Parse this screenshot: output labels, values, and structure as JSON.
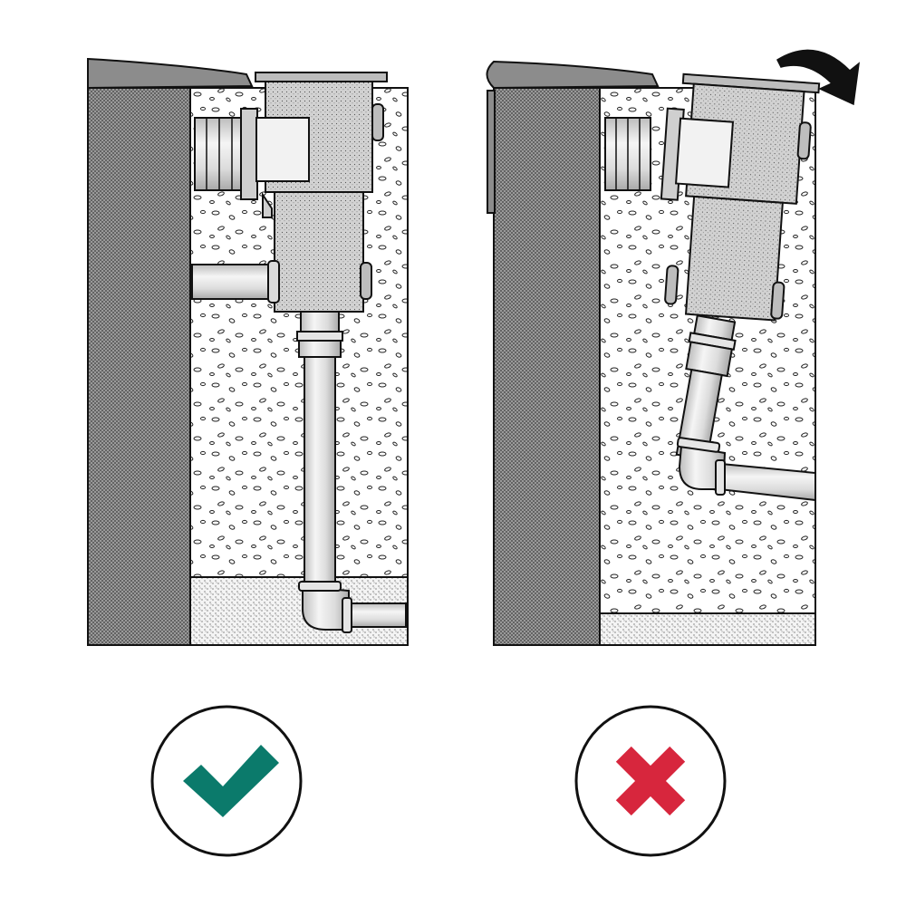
{
  "panels": [
    {
      "id": "correct-installation",
      "verdict": "correct",
      "verdict_icon": "check-icon",
      "verdict_color": "#0b7a6b"
    },
    {
      "id": "incorrect-installation",
      "verdict": "incorrect",
      "verdict_icon": "cross-icon",
      "verdict_color": "#d7263d"
    }
  ],
  "colors": {
    "stroke": "#111111",
    "wall": "#7a7a7a",
    "fill_soil": "#ffffff",
    "gravel_base": "#e6e6e6",
    "pipe": "#f2f2f2"
  }
}
